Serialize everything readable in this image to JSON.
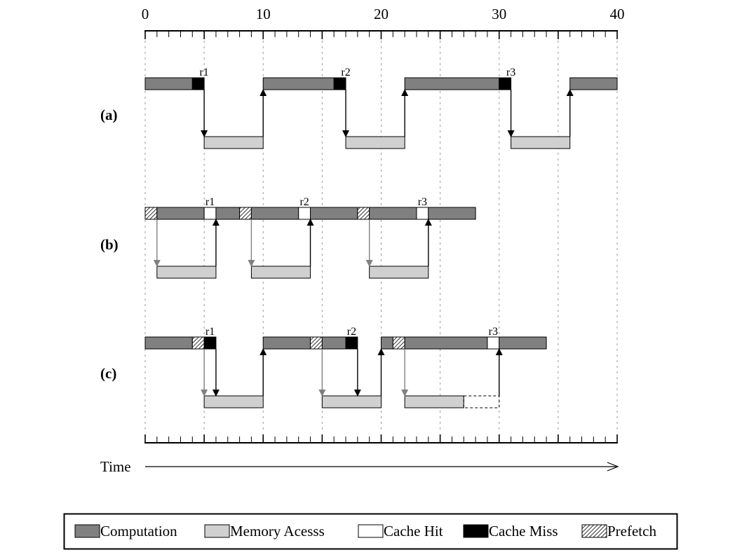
{
  "axis": {
    "min": 0,
    "max": 40,
    "major_ticks": [
      0,
      10,
      20,
      30,
      40
    ],
    "tick_labels": [
      "0",
      "10",
      "20",
      "30",
      "40"
    ],
    "minor_step": 1,
    "gridlines": [
      0,
      5,
      10,
      15,
      20,
      25,
      30,
      35,
      40
    ]
  },
  "time_label": "Time",
  "colors": {
    "computation": "#808080",
    "memory_access": "#d0d0d0",
    "cache_hit": "#ffffff",
    "cache_miss": "#000000",
    "prefetch_arrow": "#808080",
    "demand_arrow": "#000000"
  },
  "rows": [
    {
      "label": "(a)",
      "top_segments": [
        {
          "start": 0,
          "end": 4,
          "kind": "computation"
        },
        {
          "start": 4,
          "end": 5,
          "kind": "cache_miss"
        },
        {
          "start": 10,
          "end": 16,
          "kind": "computation"
        },
        {
          "start": 16,
          "end": 17,
          "kind": "cache_miss"
        },
        {
          "start": 22,
          "end": 30,
          "kind": "computation"
        },
        {
          "start": 30,
          "end": 31,
          "kind": "cache_miss"
        },
        {
          "start": 36,
          "end": 40,
          "kind": "computation"
        }
      ],
      "bottom_segments": [
        {
          "start": 5,
          "end": 10,
          "kind": "memory_access"
        },
        {
          "start": 17,
          "end": 22,
          "kind": "memory_access"
        },
        {
          "start": 31,
          "end": 36,
          "kind": "memory_access"
        }
      ],
      "requests": [
        {
          "label": "r1",
          "at": 5
        },
        {
          "label": "r2",
          "at": 17
        },
        {
          "label": "r3",
          "at": 31
        }
      ],
      "arrows": [
        {
          "at": 5,
          "dir": "down",
          "kind": "demand"
        },
        {
          "at": 10,
          "dir": "up",
          "kind": "demand"
        },
        {
          "at": 17,
          "dir": "down",
          "kind": "demand"
        },
        {
          "at": 22,
          "dir": "up",
          "kind": "demand"
        },
        {
          "at": 31,
          "dir": "down",
          "kind": "demand"
        },
        {
          "at": 36,
          "dir": "up",
          "kind": "demand"
        }
      ]
    },
    {
      "label": "(b)",
      "top_segments": [
        {
          "start": 0,
          "end": 1,
          "kind": "prefetch"
        },
        {
          "start": 1,
          "end": 5,
          "kind": "computation"
        },
        {
          "start": 5,
          "end": 6,
          "kind": "cache_hit"
        },
        {
          "start": 6,
          "end": 8,
          "kind": "computation"
        },
        {
          "start": 8,
          "end": 9,
          "kind": "prefetch"
        },
        {
          "start": 9,
          "end": 13,
          "kind": "computation"
        },
        {
          "start": 13,
          "end": 14,
          "kind": "cache_hit"
        },
        {
          "start": 14,
          "end": 18,
          "kind": "computation"
        },
        {
          "start": 18,
          "end": 19,
          "kind": "prefetch"
        },
        {
          "start": 19,
          "end": 23,
          "kind": "computation"
        },
        {
          "start": 23,
          "end": 24,
          "kind": "cache_hit"
        },
        {
          "start": 24,
          "end": 28,
          "kind": "computation"
        }
      ],
      "bottom_segments": [
        {
          "start": 1,
          "end": 6,
          "kind": "memory_access"
        },
        {
          "start": 9,
          "end": 14,
          "kind": "memory_access"
        },
        {
          "start": 19,
          "end": 24,
          "kind": "memory_access"
        }
      ],
      "requests": [
        {
          "label": "r1",
          "at": 5.5
        },
        {
          "label": "r2",
          "at": 13.5
        },
        {
          "label": "r3",
          "at": 23.5
        }
      ],
      "arrows": [
        {
          "at": 1,
          "dir": "down",
          "kind": "prefetch"
        },
        {
          "at": 6,
          "dir": "up",
          "kind": "demand"
        },
        {
          "at": 9,
          "dir": "down",
          "kind": "prefetch"
        },
        {
          "at": 14,
          "dir": "up",
          "kind": "demand"
        },
        {
          "at": 19,
          "dir": "down",
          "kind": "prefetch"
        },
        {
          "at": 24,
          "dir": "up",
          "kind": "demand"
        }
      ]
    },
    {
      "label": "(c)",
      "top_segments": [
        {
          "start": 0,
          "end": 4,
          "kind": "computation"
        },
        {
          "start": 4,
          "end": 5,
          "kind": "prefetch"
        },
        {
          "start": 5,
          "end": 6,
          "kind": "cache_miss"
        },
        {
          "start": 10,
          "end": 14,
          "kind": "computation"
        },
        {
          "start": 14,
          "end": 15,
          "kind": "prefetch"
        },
        {
          "start": 15,
          "end": 17,
          "kind": "computation"
        },
        {
          "start": 17,
          "end": 18,
          "kind": "cache_miss"
        },
        {
          "start": 20,
          "end": 21,
          "kind": "computation"
        },
        {
          "start": 21,
          "end": 22,
          "kind": "prefetch"
        },
        {
          "start": 22,
          "end": 29,
          "kind": "computation"
        },
        {
          "start": 29,
          "end": 30,
          "kind": "cache_hit"
        },
        {
          "start": 30,
          "end": 34,
          "kind": "computation"
        }
      ],
      "bottom_segments": [
        {
          "start": 5,
          "end": 10,
          "kind": "memory_access"
        },
        {
          "start": 15,
          "end": 20,
          "kind": "memory_access"
        },
        {
          "start": 22,
          "end": 27,
          "kind": "memory_access"
        },
        {
          "start": 27,
          "end": 30,
          "kind": "dashed"
        }
      ],
      "requests": [
        {
          "label": "r1",
          "at": 5.5
        },
        {
          "label": "r2",
          "at": 17.5
        },
        {
          "label": "r3",
          "at": 29.5
        }
      ],
      "arrows": [
        {
          "at": 5,
          "dir": "down",
          "kind": "prefetch"
        },
        {
          "at": 6,
          "dir": "down",
          "kind": "demand"
        },
        {
          "at": 10,
          "dir": "up",
          "kind": "demand"
        },
        {
          "at": 15,
          "dir": "down",
          "kind": "prefetch"
        },
        {
          "at": 18,
          "dir": "down",
          "kind": "demand"
        },
        {
          "at": 20,
          "dir": "up",
          "kind": "demand"
        },
        {
          "at": 22,
          "dir": "down",
          "kind": "prefetch"
        },
        {
          "at": 30,
          "dir": "up",
          "kind": "demand"
        }
      ]
    }
  ],
  "legend": [
    {
      "kind": "computation",
      "label": "Computation"
    },
    {
      "kind": "memory_access",
      "label": "Memory Acesss"
    },
    {
      "kind": "cache_hit",
      "label": "Cache Hit"
    },
    {
      "kind": "cache_miss",
      "label": "Cache Miss"
    },
    {
      "kind": "prefetch",
      "label": "Prefetch"
    }
  ]
}
